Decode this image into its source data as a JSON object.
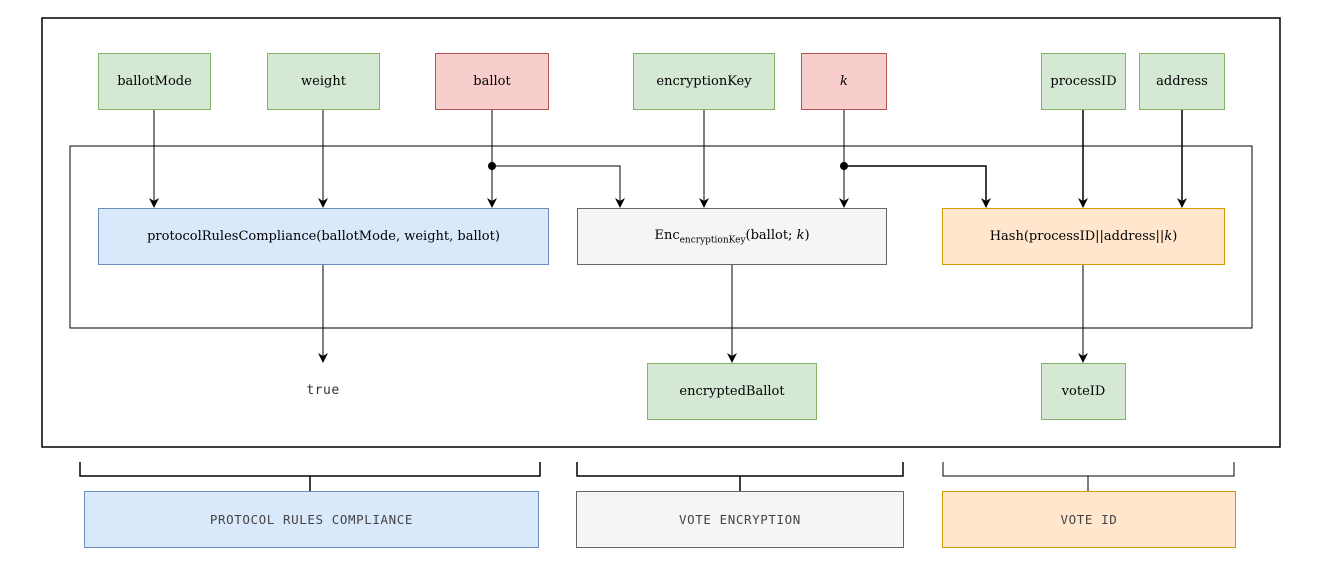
{
  "inputs": {
    "ballotMode": "ballotMode",
    "weight": "weight",
    "ballot": "ballot",
    "encryptionKey": "encryptionKey",
    "k": "k",
    "processID": "processID",
    "address": "address"
  },
  "functions": {
    "compliance": "protocolRulesCompliance(ballotMode, weight, ballot)",
    "enc": {
      "name": "Enc",
      "subscript": "encryptionKey",
      "args_prefix": "(ballot; ",
      "args_k": "k",
      "args_suffix": ")"
    },
    "hash": {
      "prefix": "Hash(processID||address||",
      "k": "k",
      "suffix": ")"
    }
  },
  "outputs": {
    "compliance": "true",
    "enc": "encryptedBallot",
    "hash": "voteID"
  },
  "sections": {
    "compliance": "PROTOCOL RULES COMPLIANCE",
    "encryption": "VOTE ENCRYPTION",
    "vote_id": "VOTE ID"
  },
  "colors": {
    "input_green": "#d5e8d4",
    "input_red": "#f8cecc",
    "compliance_blue": "#dae8fc",
    "encryption_gray": "#f5f5f5",
    "voteid_orange": "#ffe6cc"
  }
}
